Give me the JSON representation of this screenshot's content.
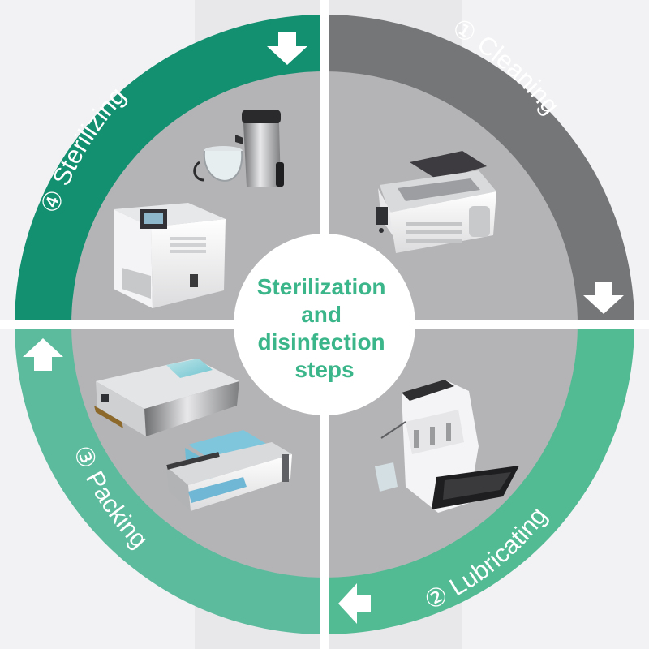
{
  "center": {
    "lines": [
      "Sterilization",
      "and",
      "disinfection",
      "steps"
    ],
    "color": "#3bb58a"
  },
  "steps": [
    {
      "number": "①",
      "label": "Cleaning",
      "color": "#757678",
      "icon": "down-arrow-icon",
      "devices": [
        "ultrasonic-cleaner"
      ]
    },
    {
      "number": "②",
      "label": "Lubricating",
      "color": "#52bb94",
      "icon": "left-arrow-icon",
      "devices": [
        "handpiece-lubrication-machine"
      ]
    },
    {
      "number": "③",
      "label": "Packing",
      "color": "#5dbb9d",
      "icon": "up-arrow-icon",
      "devices": [
        "heat-sealing-machine",
        "manual-sealing-machine"
      ]
    },
    {
      "number": "④",
      "label": "Sterilizing",
      "color": "#129070",
      "icon": "down-arrow-icon",
      "devices": [
        "water-distiller",
        "autoclave-sterilizer"
      ]
    }
  ],
  "colors": {
    "background": "#f2f2f4",
    "quadrant_fill": "#b4b4b6",
    "divider": "#ffffff"
  }
}
